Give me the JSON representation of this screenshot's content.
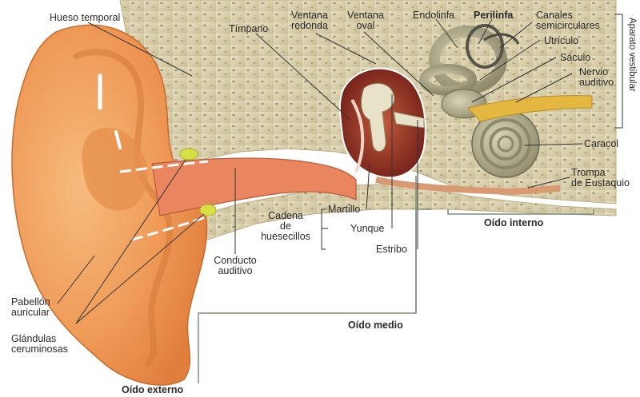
{
  "labels": {
    "hueso_temporal": "Hueso temporal",
    "timpano": "Tímpano",
    "ventana_redonda_1": "Ventana",
    "ventana_redonda_2": "redonda",
    "ventana_oval_1": "Ventana",
    "ventana_oval_2": "oval",
    "endolinfa": "Endolinfa",
    "perilinfa": "Perilinfa",
    "canales_1": "Canales",
    "canales_2": "semicirculares",
    "utriculo": "Utrículo",
    "saculo": "Sáculo",
    "nervio_1": "Nervio",
    "nervio_2": "auditivo",
    "caracol": "Caracol",
    "trompa_1": "Trompa",
    "trompa_2": "de Eustaquio",
    "martillo": "Martillo",
    "yunque": "Yunque",
    "estribo": "Estribo",
    "cadena_1": "Cadena",
    "cadena_2": "de",
    "cadena_3": "huesecillos",
    "conducto_1": "Conducto",
    "conducto_2": "auditivo",
    "pabellon_1": "Pabellón",
    "pabellon_2": "auricular",
    "glandulas_1": "Glándulas",
    "glandulas_2": "ceruminosas",
    "aparato_vestibular": "Aparato vestibular"
  },
  "sections": {
    "oido_interno": "Oído interno",
    "oido_medio": "Oído medio",
    "oido_externo": "Oído externo"
  },
  "colors": {
    "skin": "#f2a35f",
    "bone": "#d9cfae",
    "canal": "#e8845f",
    "labyrinth": "#9e9a7c",
    "nerve": "#e4b840",
    "gland": "#d8e24a"
  }
}
